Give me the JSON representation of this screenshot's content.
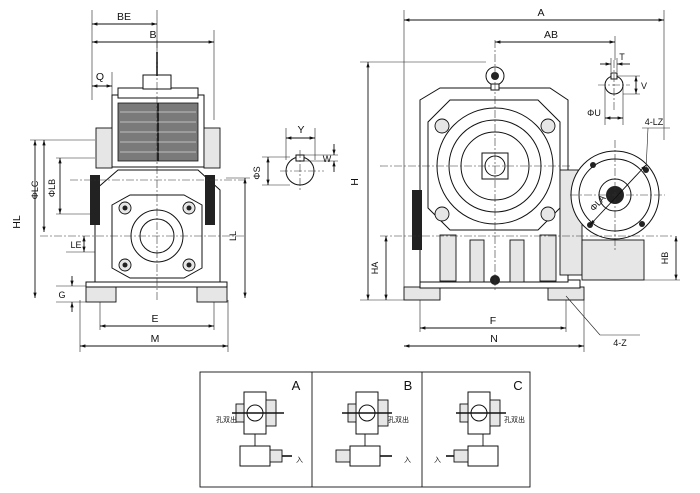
{
  "front_view": {
    "dims": {
      "BE": "BE",
      "B": "B",
      "Q": "Q",
      "HL": "HL",
      "PHI_LC": "ΦLC",
      "PHI_LB": "ΦLB",
      "LE": "LE",
      "LL": "LL",
      "G": "G",
      "E": "E",
      "M": "M"
    }
  },
  "shaft_view": {
    "dims": {
      "Y": "Y",
      "PHI_S": "ΦS",
      "W": "W"
    }
  },
  "side_view": {
    "dims": {
      "A": "A",
      "AB": "AB",
      "T": "T",
      "V": "V",
      "PHI_U": "ΦU",
      "LZ": "4-LZ",
      "H": "H",
      "HA": "HA",
      "HB": "HB",
      "PHI_LA": "ΦLA",
      "F": "F",
      "N": "N",
      "Z": "4-Z"
    }
  },
  "mounting": {
    "panels": [
      {
        "letter": "A",
        "out_label": "孔双出",
        "in_label": "入"
      },
      {
        "letter": "B",
        "out_label": "孔双出",
        "in_label": "入"
      },
      {
        "letter": "C",
        "out_label": "孔双出",
        "in_label": "入"
      }
    ]
  }
}
